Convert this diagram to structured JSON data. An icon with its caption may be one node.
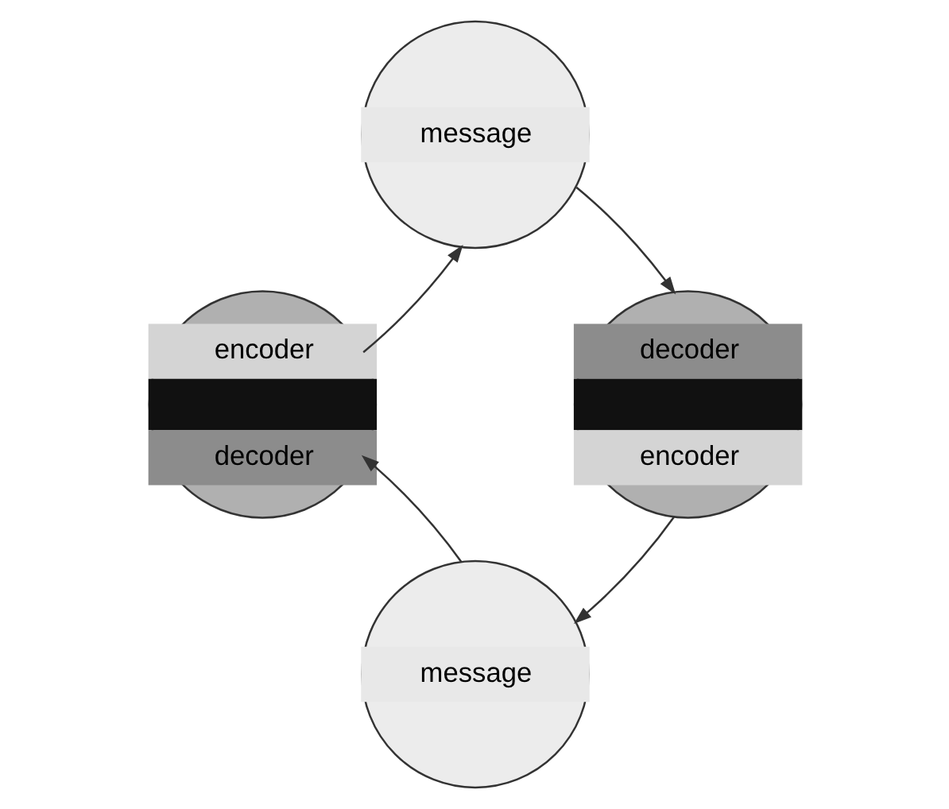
{
  "diagram": {
    "nodes": [
      {
        "text": [
          "message"
        ]
      },
      {
        "text": [
          "encoder",
          "decoder"
        ]
      },
      {
        "text": [
          "decoder",
          "encoder"
        ]
      },
      {
        "text": [
          "message"
        ]
      }
    ],
    "edges": [
      {
        "from": 1,
        "to": 0,
        "arrow": "to"
      },
      {
        "from": 0,
        "to": 2,
        "arrow": "to"
      },
      {
        "from": 2,
        "to": 3,
        "arrow": "to"
      },
      {
        "from": 3,
        "to": 1,
        "arrow": "to"
      }
    ]
  }
}
